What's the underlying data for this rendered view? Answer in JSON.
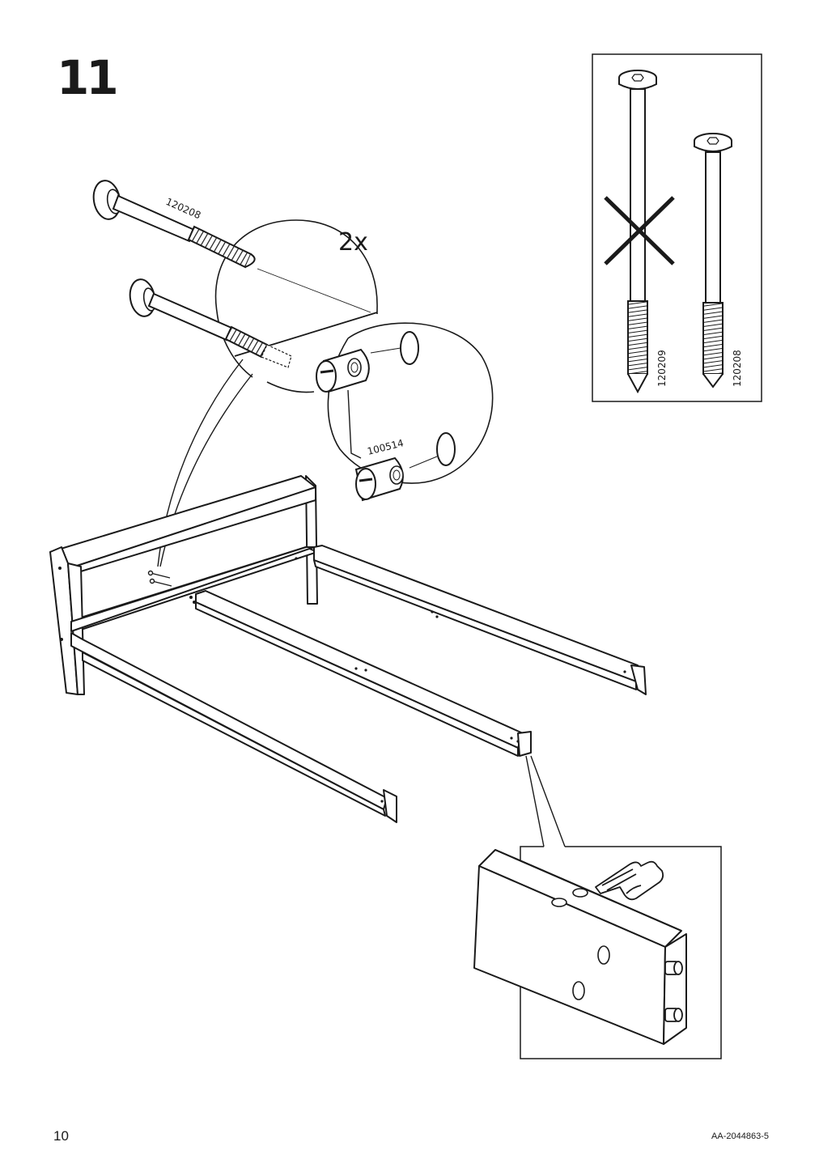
{
  "step": {
    "number": "11",
    "multiplier": "2x"
  },
  "parts": {
    "bolt_long": "120208",
    "bolt_wrong": "120209",
    "bolt_right": "120208",
    "barrel_nut": "100514"
  },
  "footer": {
    "page_number": "10",
    "doc_code": "AA-2044863-5"
  }
}
